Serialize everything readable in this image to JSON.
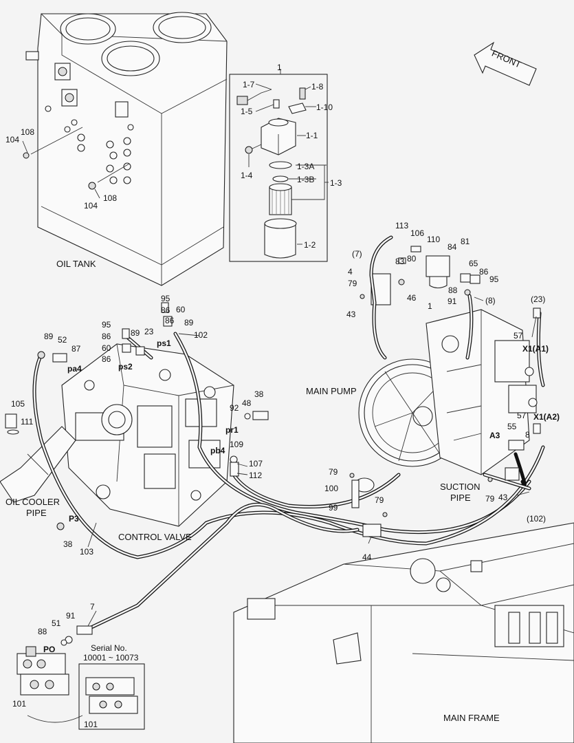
{
  "diagram": {
    "titles": {
      "oil_tank": "OIL TANK",
      "main_pump": "MAIN PUMP",
      "control_valve": "CONTROL VALVE",
      "oil_cooler_pipe_1": "OIL COOLER",
      "oil_cooler_pipe_2": "PIPE",
      "suction_pipe_1": "SUCTION",
      "suction_pipe_2": "PIPE",
      "main_frame": "MAIN FRAME",
      "front": "FRONT",
      "serial_1": "Serial No.",
      "serial_2": "10001 ~ 10073"
    },
    "filter_callouts": {
      "c1": "1",
      "c1_7": "1-7",
      "c1_8": "1-8",
      "c1_5": "1-5",
      "c1_10": "1-10",
      "c1_1": "1-1",
      "c1_4": "1-4",
      "c1_3A": "1-3A",
      "c1_3B": "1-3B",
      "c1_3": "1-3",
      "c1_2": "1-2"
    },
    "tank_callouts": {
      "a104": "104",
      "a108": "108",
      "b104": "104",
      "b108": "108"
    },
    "pump_callouts": {
      "p113": "113",
      "p106": "106",
      "p110": "110",
      "p84": "84",
      "p81": "81",
      "p7": "(7)",
      "p83": "83",
      "p80": "80",
      "p65": "65",
      "p4": "4",
      "p86": "86",
      "p95": "95",
      "p79": "79",
      "p46": "46",
      "p88": "88",
      "p1": "1",
      "p91": "91",
      "p8": "(8)",
      "p43": "43",
      "p23": "(23)",
      "p57": "57",
      "x1a1": "X1(A1)",
      "p57b": "57",
      "x1a2": "X1(A2)",
      "p55": "55",
      "p8b": "8",
      "a3": "A3",
      "p79b": "79",
      "p43b": "43",
      "p102": "(102)"
    },
    "valve_callouts": {
      "v95": "95",
      "v86": "86",
      "v60": "60",
      "v86b": "86",
      "v89": "89",
      "v95b": "95",
      "v86c": "86",
      "v89b": "89",
      "v23": "23",
      "v102": "102",
      "ps1": "ps1",
      "v60b": "60",
      "v86d": "86",
      "ps2": "ps2",
      "v89c": "89",
      "v52": "52",
      "v87": "87",
      "pa4": "pa4",
      "v105": "105",
      "v111": "111",
      "v92": "92",
      "v48": "48",
      "v38": "38",
      "pr1": "pr1",
      "v109": "109",
      "pb4": "pb4",
      "v107": "107",
      "v112": "112",
      "p3": "P3",
      "v38b": "38",
      "v103": "103"
    },
    "lower_callouts": {
      "l79": "79",
      "l100": "100",
      "l79b": "79",
      "l99": "99",
      "l44": "44",
      "l7": "7",
      "l91": "91",
      "l51": "51",
      "l88": "88",
      "po": "PO",
      "l101": "101",
      "l101b": "101"
    }
  }
}
